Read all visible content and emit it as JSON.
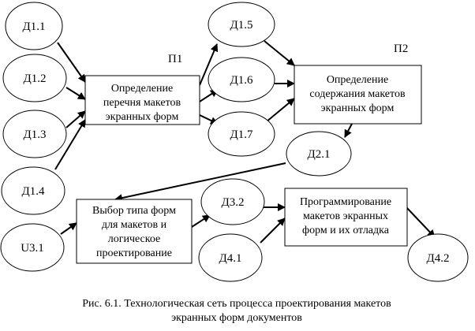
{
  "nodes": {
    "d1_1": "Д1.1",
    "d1_2": "Д1.2",
    "d1_3": "Д1.3",
    "d1_4": "Д1.4",
    "u3_1": "U3.1",
    "d1_5": "Д1.5",
    "d1_6": "Д1.6",
    "d1_7": "Д1.7",
    "d2_1": "Д2.1",
    "d3_2": "Д3.2",
    "d4_1": "Д4.1",
    "d4_2": "Д4.2"
  },
  "processes": {
    "p1": {
      "label": "П1",
      "lines": [
        "Определение",
        "перечня макетов",
        "экранных форм"
      ]
    },
    "p2": {
      "label": "П2",
      "lines": [
        "Определение",
        "содержания макетов",
        "экранных форм"
      ]
    },
    "p3": {
      "lines": [
        "Выбор типа форм",
        "для макетов и",
        "логическое",
        "проектирование"
      ]
    },
    "p4": {
      "lines": [
        "Программирование",
        "макетов экранных",
        "форм и их отладка"
      ]
    }
  },
  "caption": {
    "line1": "Рис. 6.1. Технологическая сеть процесса проектирования макетов",
    "line2": "экранных форм документов"
  }
}
